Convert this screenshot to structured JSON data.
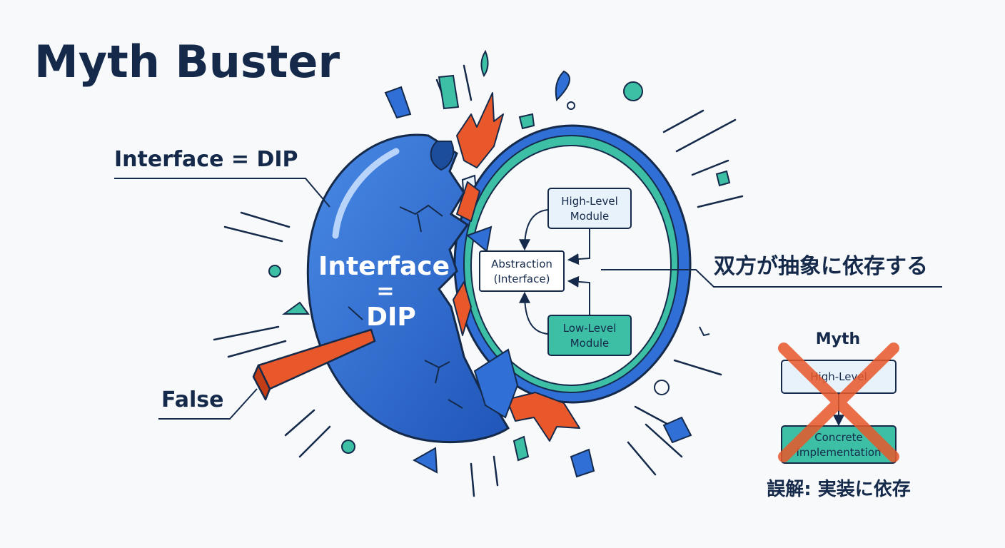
{
  "title": "Myth Buster",
  "labels": {
    "myth_claim": "Interface = DIP",
    "verdict": "False",
    "truth": "双方が抽象に依存する"
  },
  "sphere": {
    "line1": "Interface",
    "line2": "=",
    "line3": "DIP"
  },
  "ring_diagram": {
    "high_level": {
      "line1": "High-Level",
      "line2": "Module"
    },
    "abstraction": {
      "line1": "Abstraction",
      "line2": "(Interface)"
    },
    "low_level": {
      "line1": "Low-Level",
      "line2": "Module"
    }
  },
  "myth_panel": {
    "heading": "Myth",
    "top_box": "High-Level",
    "bottom_box": {
      "line1": "Concrete",
      "line2": "Implementation"
    },
    "caption": "誤解: 実装に依存"
  },
  "colors": {
    "navy": "#152a4a",
    "blue": "#2f6fd6",
    "teal": "#3dbfa6",
    "orange": "#e8582a",
    "box_fill": "#e8f2fb"
  }
}
